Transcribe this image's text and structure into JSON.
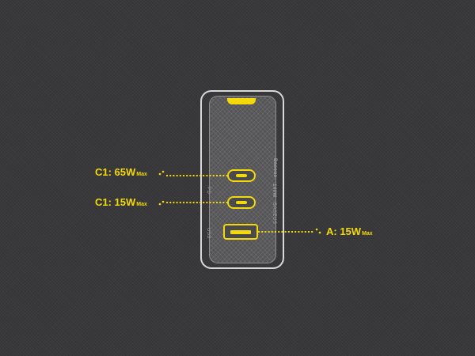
{
  "labels": {
    "port_c1": {
      "main": "C1: 65W",
      "sub": "Max"
    },
    "port_c2": {
      "main": "C1: 15W",
      "sub": "Max"
    },
    "port_a": {
      "main": "A: 15W",
      "sub": "Max"
    }
  },
  "device_text": {
    "brand": "Baseus",
    "spec": "140W",
    "brand_sub": "BASEUS",
    "left_top": "PD",
    "left_bottom": "USB"
  },
  "colors": {
    "background": "#38383a",
    "accent": "#f4d90a",
    "outline": "#d8d8d8"
  }
}
